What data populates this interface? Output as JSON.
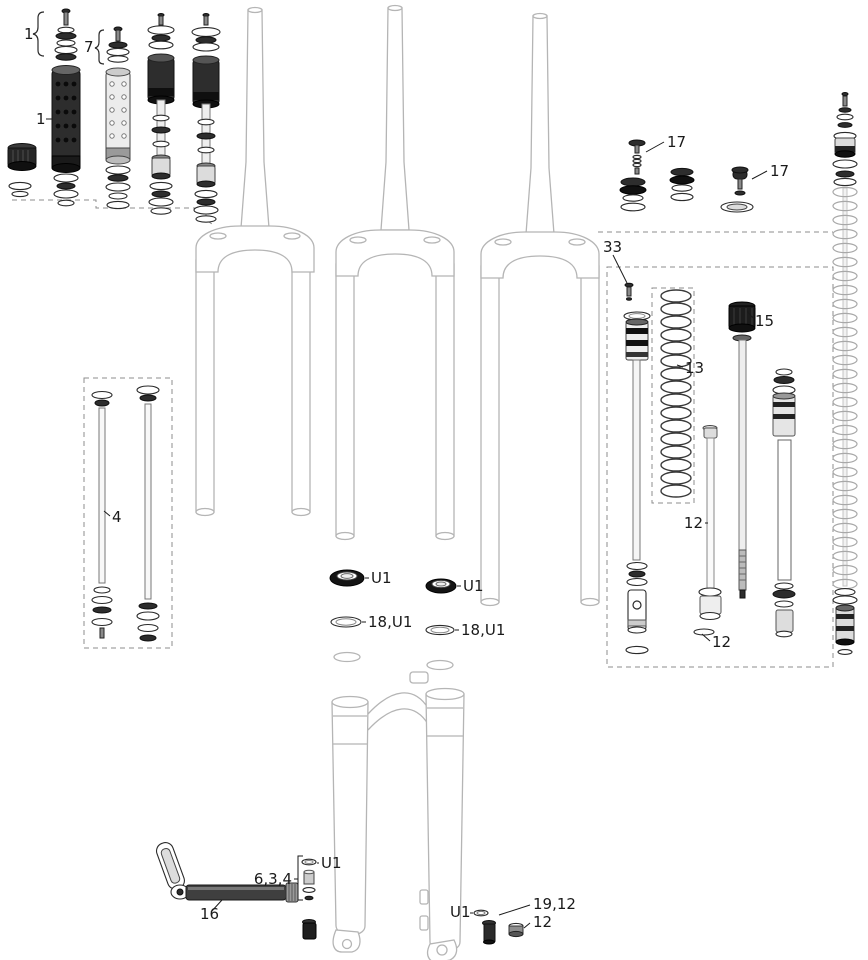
{
  "diagram": {
    "type": "exploded-parts-diagram",
    "subject": "suspension-fork-service-parts",
    "background_color": "#ffffff",
    "line_color": "#2a2a2a",
    "ghost_color": "#b5b5b5"
  },
  "labels": [
    {
      "id": "callout-1-topcap",
      "text": "1"
    },
    {
      "id": "callout-7",
      "text": "7"
    },
    {
      "id": "callout-1-cartridge",
      "text": "1"
    },
    {
      "id": "callout-17-left",
      "text": "17"
    },
    {
      "id": "callout-17-right",
      "text": "17"
    },
    {
      "id": "callout-33",
      "text": "33"
    },
    {
      "id": "callout-15",
      "text": "15"
    },
    {
      "id": "callout-13",
      "text": "13"
    },
    {
      "id": "callout-12-shaft",
      "text": "12"
    },
    {
      "id": "callout-4",
      "text": "4"
    },
    {
      "id": "callout-u1-seal-left",
      "text": "U1"
    },
    {
      "id": "callout-u1-seal-right",
      "text": "U1"
    },
    {
      "id": "callout-18u1-left",
      "text": "18,U1"
    },
    {
      "id": "callout-18u1-right",
      "text": "18,U1"
    },
    {
      "id": "callout-12-foot",
      "text": "12"
    },
    {
      "id": "callout-u1-axle",
      "text": "U1"
    },
    {
      "id": "callout-6-3-4",
      "text": "6,3,4"
    },
    {
      "id": "callout-16",
      "text": "16"
    },
    {
      "id": "callout-u1-bolt",
      "text": "U1"
    },
    {
      "id": "callout-19-12",
      "text": "19,12"
    },
    {
      "id": "callout-12-nut",
      "text": "12"
    }
  ]
}
